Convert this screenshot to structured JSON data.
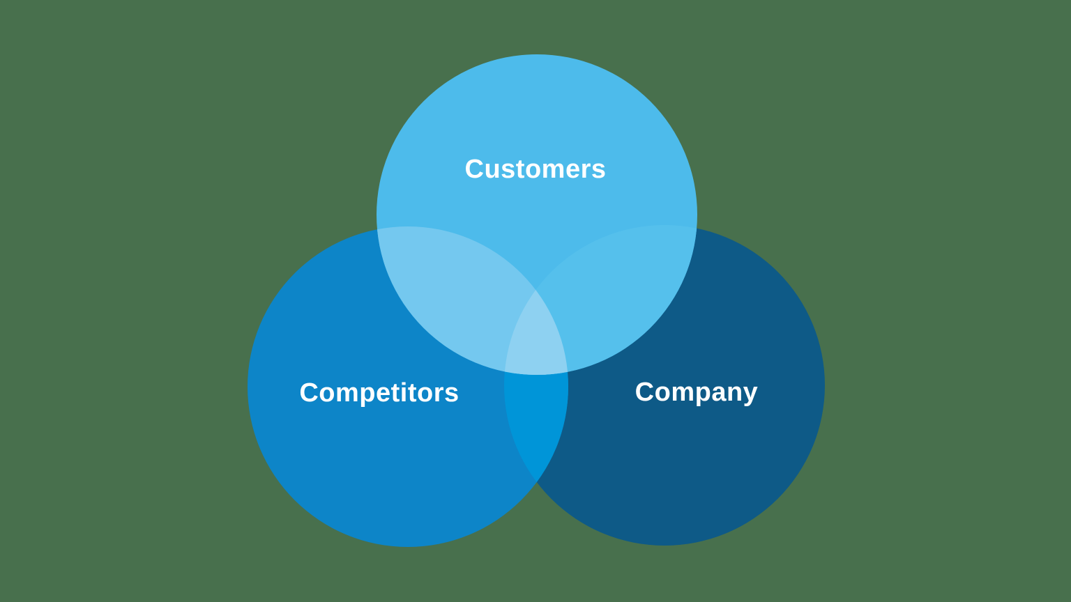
{
  "diagram": {
    "type": "venn-3",
    "background_color": "#48704d",
    "label_color": "#ffffff",
    "sets": [
      {
        "label": "Customers",
        "color": "#4dbbeb"
      },
      {
        "label": "Competitors",
        "color": "#0d85c8"
      },
      {
        "label": "Company",
        "color": "#0e5a87"
      }
    ],
    "overlap_colors": {
      "customers_competitors": "#74c8ef",
      "customers_company": "#55c0ec",
      "competitors_company": "#0095d8",
      "customers_competitors_company": "#8ed1f1"
    }
  }
}
